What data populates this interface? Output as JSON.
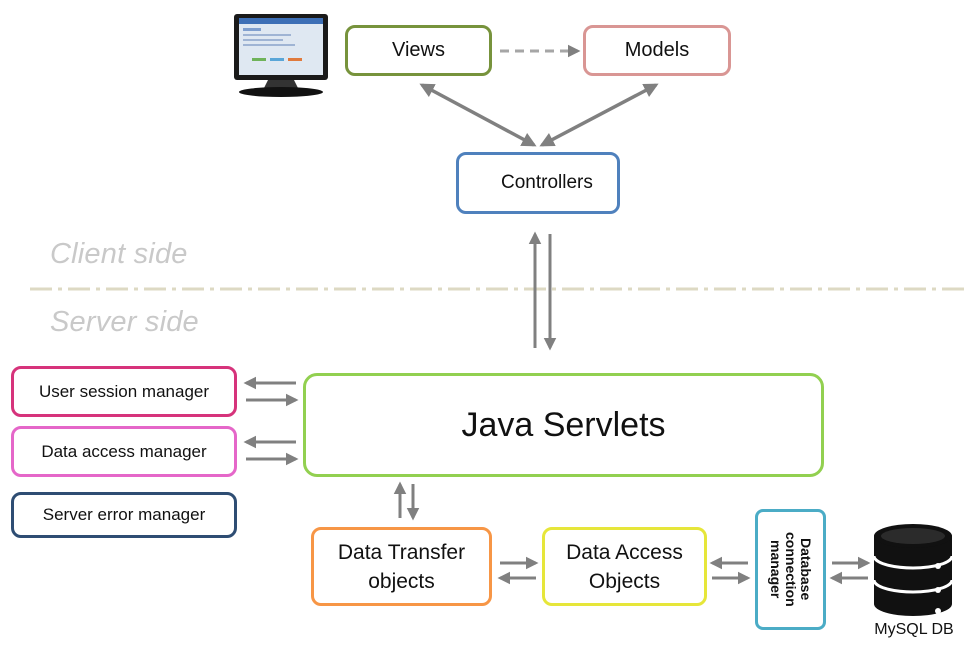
{
  "mvc": {
    "views": "Views",
    "models": "Models",
    "controllers": "Controllers"
  },
  "labels": {
    "client_side": "Client side",
    "server_side": "Server side"
  },
  "server": {
    "java_servlets": "Java Servlets",
    "user_session_manager": "User session manager",
    "data_access_manager": "Data access manager",
    "server_error_manager": "Server error manager",
    "data_transfer_objects": "Data Transfer objects",
    "data_access_objects": "Data Access Objects",
    "db_connection_manager": "Database connection manager",
    "mysql_db": "MySQL DB"
  },
  "colors": {
    "views": "#77933c",
    "models": "#d99694",
    "controllers": "#4f81bd",
    "servlets": "#92d050",
    "user_session": "#d6337b",
    "data_access_mgr": "#e567c9",
    "server_error": "#2e4d73",
    "dto": "#f79646",
    "dao": "#e6e63a",
    "db_conn": "#4bacc6",
    "arrow": "#808080",
    "divider": "#ddd9c3"
  }
}
